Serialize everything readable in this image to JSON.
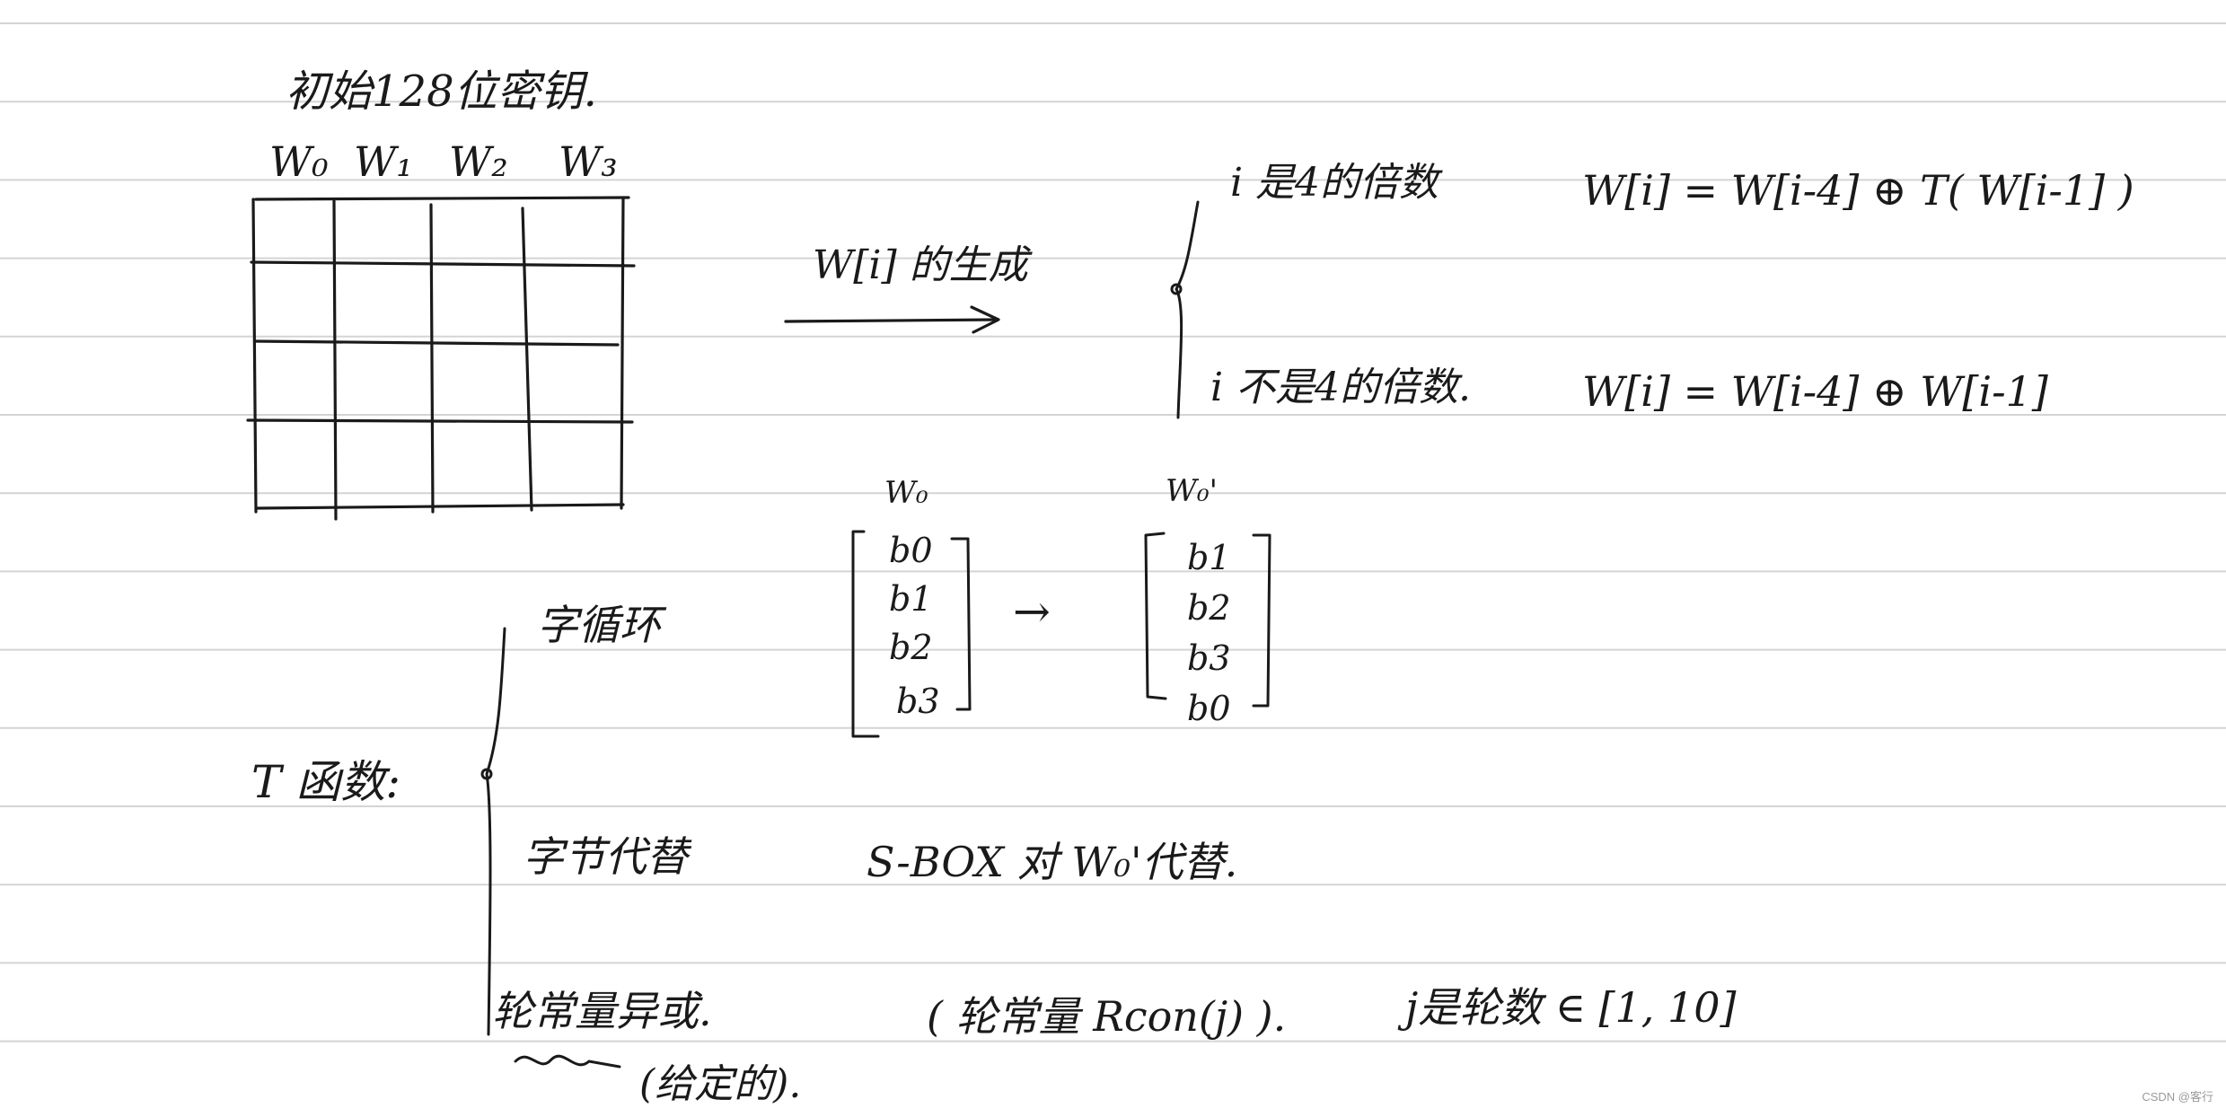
{
  "paper": {
    "line_color": "#d4d4d4",
    "ink_color": "#1a1a1a"
  },
  "initial_key": {
    "title": "初始128位密钥.",
    "words": [
      "W₀",
      "W₁",
      "W₂",
      "W₃"
    ]
  },
  "generation": {
    "arrow_label": "W[i] 的生成",
    "case_multiple_label": "i 是4的倍数",
    "case_multiple_formula": "W[i] = W[i-4] ⊕ T( W[i-1] )",
    "case_other_label": "i 不是4的倍数.",
    "case_other_formula": "W[i] = W[i-4] ⊕ W[i-1]"
  },
  "t_function": {
    "label": "T 函数:",
    "word_cycle": "字循环",
    "byte_sub": "字节代替",
    "byte_sub_detail": "S-BOX 对 W₀'代替.",
    "round_const_xor": "轮常量异或.",
    "round_const_note": "(给定的).",
    "round_const_formula": "( 轮常量 Rcon(j) ).",
    "round_const_range": "j是轮数 ∈ [1, 10]"
  },
  "word_cycle": {
    "before_header": "W₀",
    "after_header": "W₀'",
    "before": [
      "b0",
      "b1",
      "b2",
      "b3"
    ],
    "after": [
      "b1",
      "b2",
      "b3",
      "b0"
    ],
    "arrow": "→"
  },
  "watermark": "CSDN @客行"
}
